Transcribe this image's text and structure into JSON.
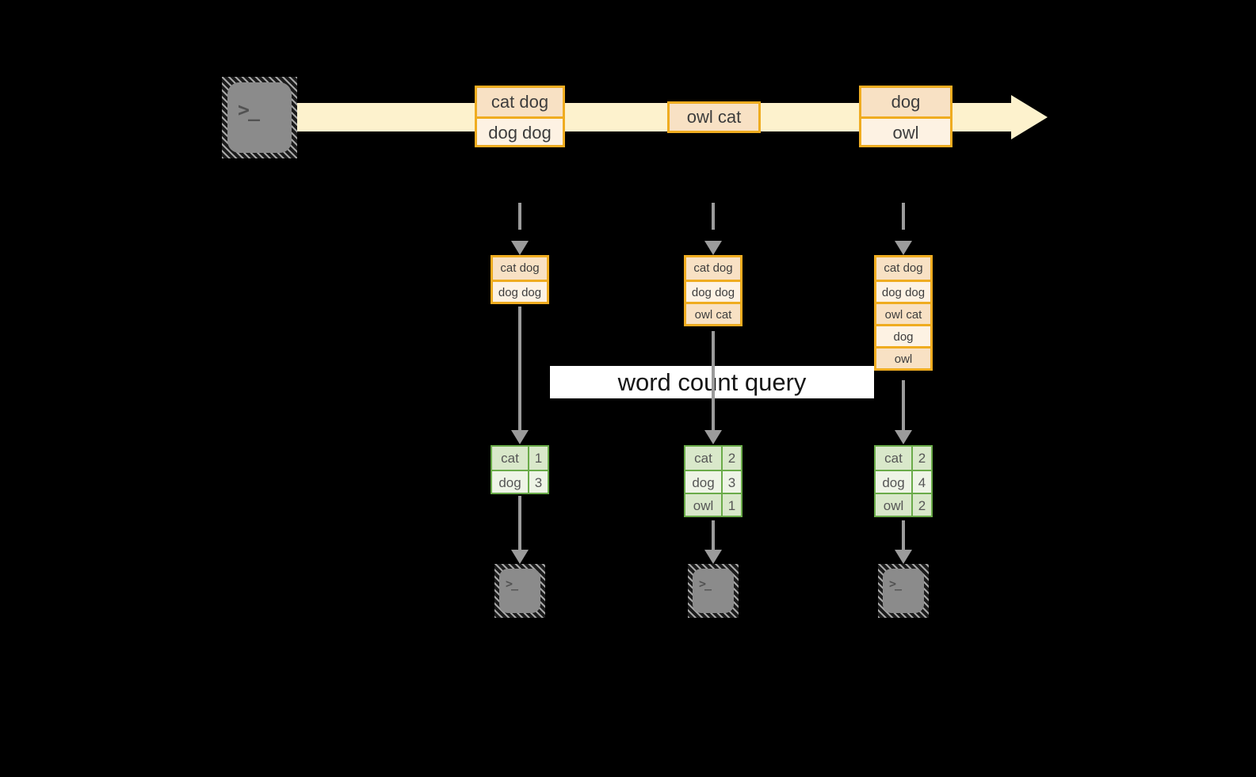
{
  "query_label": "word count query",
  "prompt_glyph": ">_",
  "stream": {
    "messages": [
      {
        "rows": [
          "cat dog",
          "dog dog"
        ]
      },
      {
        "rows": [
          "owl cat"
        ]
      },
      {
        "rows": [
          "dog",
          "owl"
        ]
      }
    ]
  },
  "columns": [
    {
      "state_rows": [
        "cat dog",
        "dog dog"
      ],
      "counts": [
        {
          "word": "cat",
          "count": "1"
        },
        {
          "word": "dog",
          "count": "3"
        }
      ]
    },
    {
      "state_rows": [
        "cat dog",
        "dog dog",
        "owl cat"
      ],
      "counts": [
        {
          "word": "cat",
          "count": "2"
        },
        {
          "word": "dog",
          "count": "3"
        },
        {
          "word": "owl",
          "count": "1"
        }
      ]
    },
    {
      "state_rows": [
        "cat dog",
        "dog dog",
        "owl cat",
        "dog",
        "owl"
      ],
      "counts": [
        {
          "word": "cat",
          "count": "2"
        },
        {
          "word": "dog",
          "count": "4"
        },
        {
          "word": "owl",
          "count": "2"
        }
      ]
    }
  ],
  "colors": {
    "accent_orange": "#efac20",
    "fill_peach": "#f8e1c4",
    "fill_cream": "#fdf2e3",
    "stream_band": "#fdf2cd",
    "accent_green": "#6aab49",
    "fill_green": "#d9e8ca",
    "fill_green_light": "#eef4e6",
    "arrow_gray": "#9b9b9b",
    "label_bg": "#ffffff"
  }
}
